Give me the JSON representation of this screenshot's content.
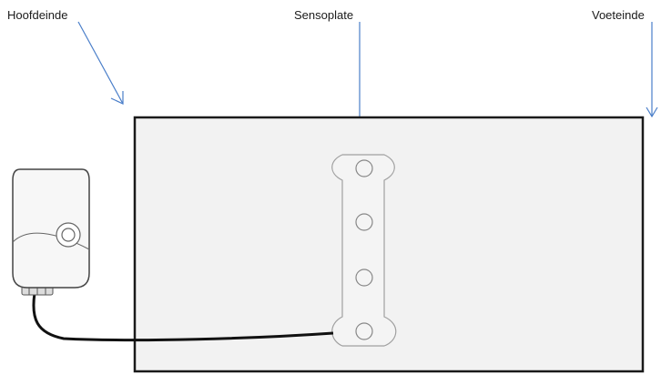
{
  "labels": {
    "head_end": "Hoofdeinde",
    "sensoplate": "Sensoplate",
    "foot_end": "Voeteinde"
  },
  "colors": {
    "arrow": "#4a7ec9",
    "mattress_fill": "#f2f2f2",
    "mattress_stroke": "#1a1a1a",
    "plate_stroke": "#a0a0a0",
    "cable": "#111111"
  },
  "sensoplate": {
    "sensor_count": 4
  }
}
